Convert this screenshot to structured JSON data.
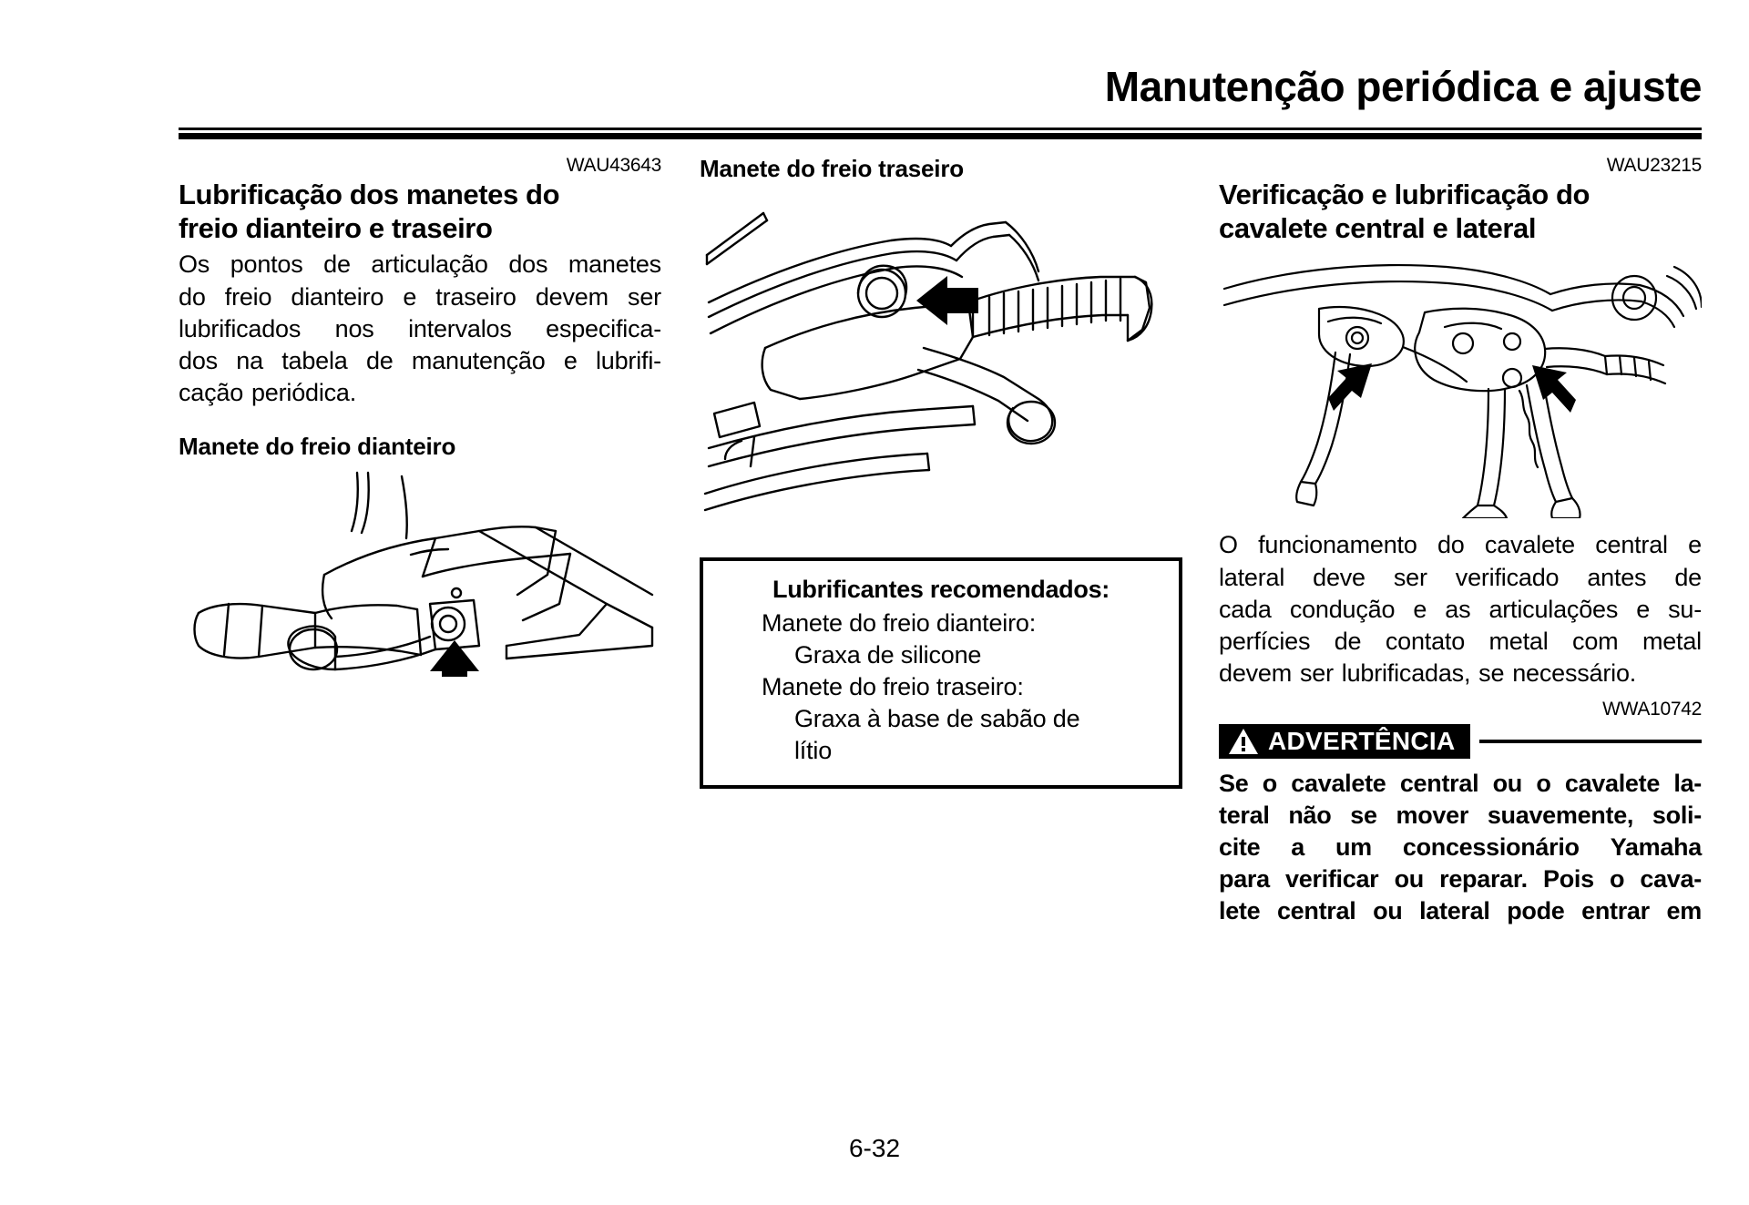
{
  "header": {
    "title": "Manutenção periódica e ajuste"
  },
  "columns": {
    "left": {
      "code": "WAU43643",
      "section_title_line1": "Lubrificação dos manetes do",
      "section_title_line2": "freio dianteiro e traseiro",
      "body_lines": [
        [
          "Os",
          "pontos",
          "de",
          "articulação",
          "dos",
          "manetes"
        ],
        [
          "do",
          "freio",
          "dianteiro",
          "e",
          "traseiro",
          "devem",
          "ser"
        ],
        [
          "lubrificados",
          "nos",
          "intervalos",
          "especifica-"
        ],
        [
          "dos",
          "na",
          "tabela",
          "de",
          "manutenção",
          "e",
          "lubrifi-"
        ],
        [
          "cação",
          "periódica."
        ]
      ],
      "sub_title": "Manete do freio dianteiro",
      "figure_name": "front-brake-lever-diagram"
    },
    "middle": {
      "sub_title": "Manete do freio traseiro",
      "figure_name": "rear-brake-lever-diagram",
      "lubricants_box": {
        "heading": "Lubrificantes recomendados:",
        "items": [
          {
            "label": "Manete do freio dianteiro:",
            "value": "Graxa de silicone"
          },
          {
            "label": "Manete do freio traseiro:",
            "value_line1": "Graxa à base de sabão de",
            "value_line2": "lítio"
          }
        ]
      }
    },
    "right": {
      "code": "WAU23215",
      "section_title_line1": "Verificação e lubrificação do",
      "section_title_line2": "cavalete central e lateral",
      "figure_name": "center-and-side-stand-diagram",
      "body_lines": [
        [
          "O",
          "funcionamento",
          "do",
          "cavalete",
          "central",
          "e"
        ],
        [
          "lateral",
          "deve",
          "ser",
          "verificado",
          "antes",
          "de"
        ],
        [
          "cada",
          "condução",
          "e",
          "as",
          "articulações",
          "e",
          "su-"
        ],
        [
          "perfícies",
          "de",
          "contato",
          "metal",
          "com",
          "metal"
        ],
        [
          "devem",
          "ser",
          "lubrificadas,",
          "se",
          "necessário."
        ]
      ],
      "warning": {
        "code": "WWA10742",
        "label": "ADVERTÊNCIA",
        "icon": "warning-triangle-icon",
        "text_lines": [
          [
            "Se",
            "o",
            "cavalete",
            "central",
            "ou",
            "o",
            "cavalete",
            "la-"
          ],
          [
            "teral",
            "não",
            "se",
            "mover",
            "suavemente,",
            "soli-"
          ],
          [
            "cite",
            "a",
            "um",
            "concessionário",
            "Yamaha"
          ],
          [
            "para",
            "verificar",
            "ou",
            "reparar.",
            "Pois",
            "o",
            "cava-"
          ],
          [
            "lete",
            "central",
            "ou",
            "lateral",
            "pode",
            "entrar",
            "em"
          ]
        ]
      }
    }
  },
  "footer": {
    "page_number": "6-32"
  },
  "colors": {
    "ink": "#000000",
    "paper": "#ffffff"
  }
}
